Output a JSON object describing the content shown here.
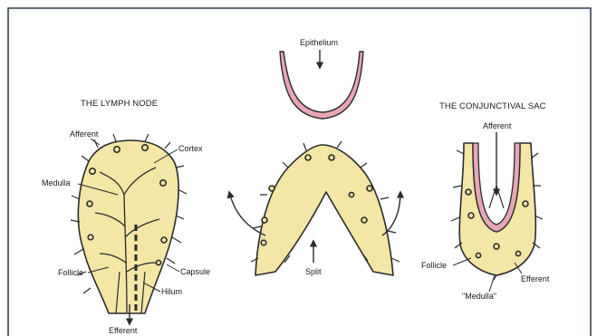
{
  "colors": {
    "border": "#2f3f4f",
    "tissue_fill": "#f3e6a6",
    "epithelium_fill": "#e7a6b4",
    "outline": "#2a2a2a",
    "background": "#ffffff"
  },
  "lymph_node": {
    "title": "THE LYMPH NODE",
    "labels": {
      "afferent": "Afferent",
      "cortex": "Cortex",
      "medulla": "Medulla",
      "follicle": "Follicle",
      "capsule": "Capsule",
      "hilum": "Hilum",
      "efferent": "Efferent"
    }
  },
  "center": {
    "epithelium_label": "Epithelium",
    "split_label": "Split"
  },
  "conjunctival_sac": {
    "title": "THE CONJUNCTIVAL SAC",
    "labels": {
      "afferent": "Afferent",
      "follicle": "Follicle",
      "efferent": "Efferent",
      "medulla": "\"Medulla\""
    }
  }
}
